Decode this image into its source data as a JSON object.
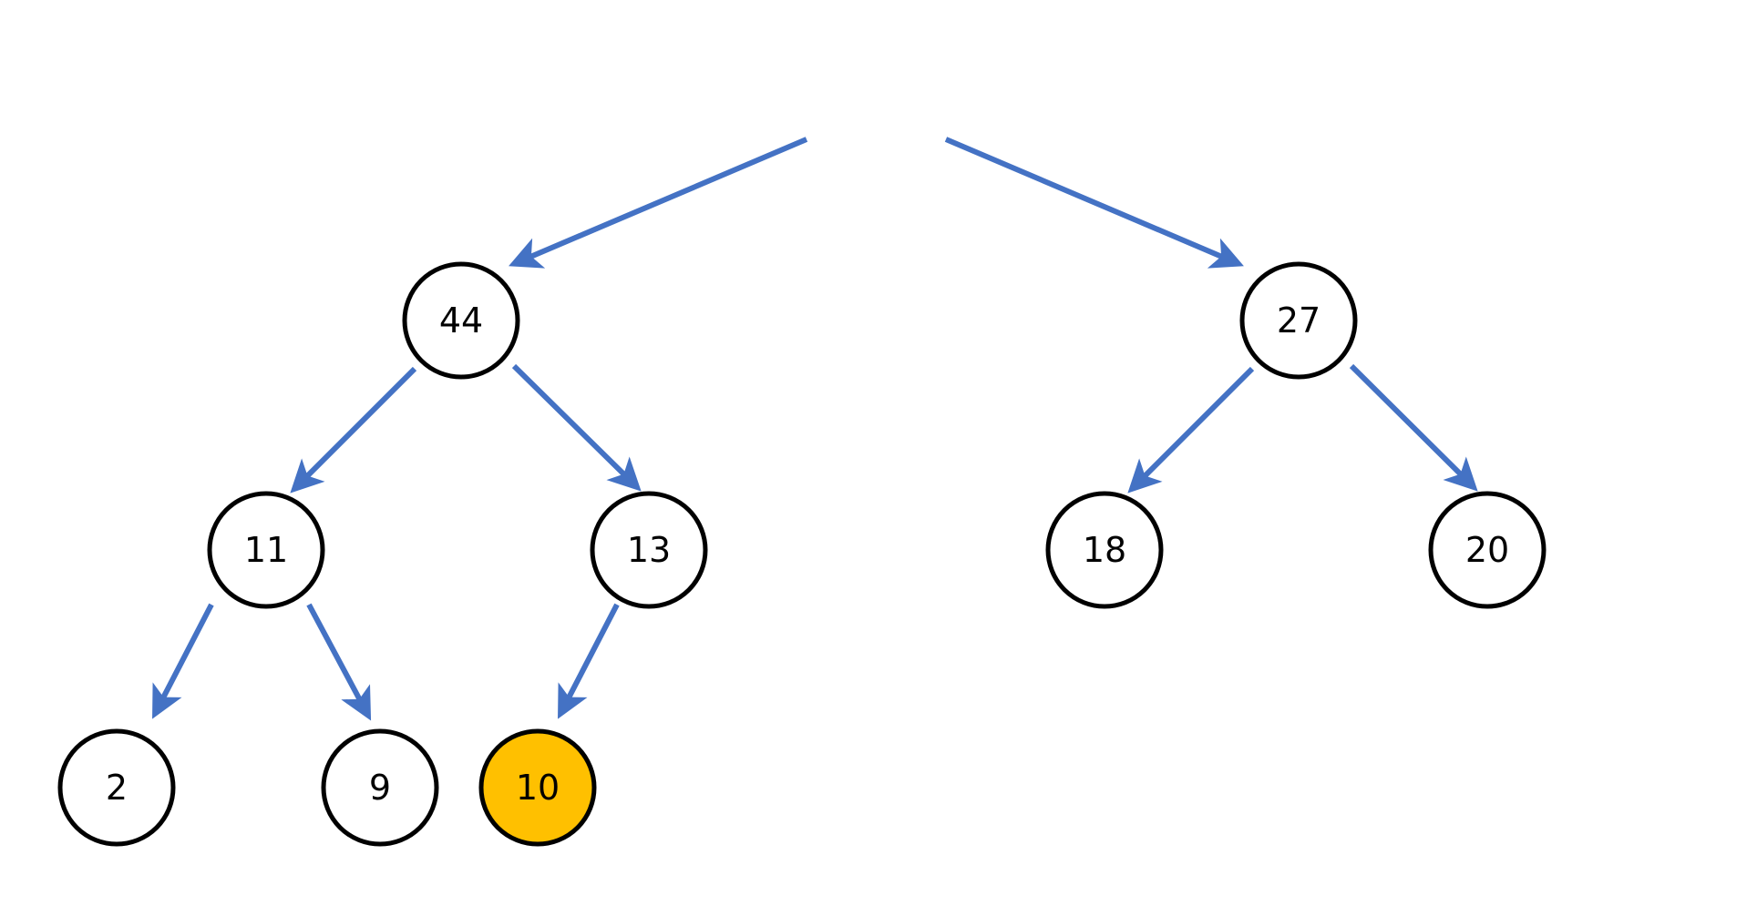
{
  "colors": {
    "edge": "#4472C4",
    "node_fill": "#FFFFFF",
    "node_stroke": "#000000",
    "highlight_fill": "#FFC000"
  },
  "nodes": [
    {
      "id": "n44",
      "label": "44",
      "highlighted": false
    },
    {
      "id": "n27",
      "label": "27",
      "highlighted": false
    },
    {
      "id": "n11",
      "label": "11",
      "highlighted": false
    },
    {
      "id": "n13",
      "label": "13",
      "highlighted": false
    },
    {
      "id": "n18",
      "label": "18",
      "highlighted": false
    },
    {
      "id": "n20",
      "label": "20",
      "highlighted": false
    },
    {
      "id": "n2",
      "label": "2",
      "highlighted": false
    },
    {
      "id": "n9",
      "label": "9",
      "highlighted": false
    },
    {
      "id": "n10",
      "label": "10",
      "highlighted": true
    }
  ],
  "edges": [
    {
      "from": "root",
      "to": "n44"
    },
    {
      "from": "root",
      "to": "n27"
    },
    {
      "from": "n44",
      "to": "n11"
    },
    {
      "from": "n44",
      "to": "n13"
    },
    {
      "from": "n27",
      "to": "n18"
    },
    {
      "from": "n27",
      "to": "n20"
    },
    {
      "from": "n11",
      "to": "n2"
    },
    {
      "from": "n11",
      "to": "n9"
    },
    {
      "from": "n13",
      "to": "n10"
    }
  ]
}
